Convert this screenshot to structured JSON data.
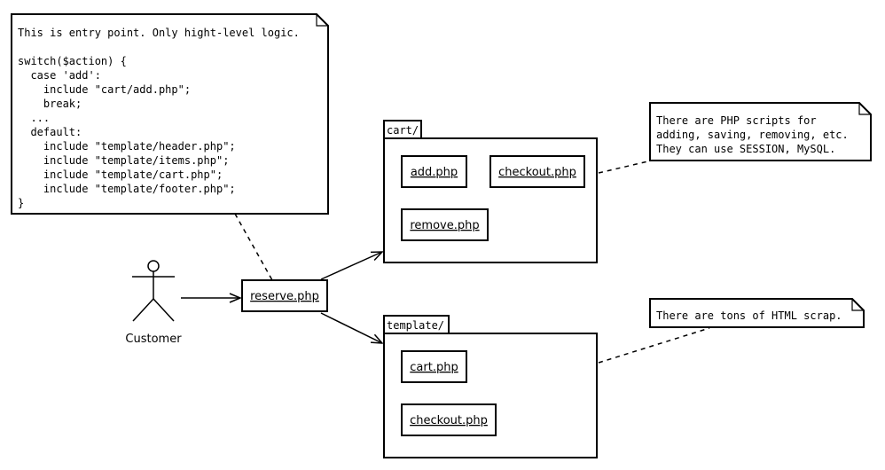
{
  "entry_note": {
    "lines": [
      "This is entry point. Only hight-level logic.",
      "",
      "switch($action) {",
      "  case 'add':",
      "    include \"cart/add.php\";",
      "    break;",
      "  ...",
      "  default:",
      "    include \"template/header.php\";",
      "    include \"template/items.php\";",
      "    include \"template/cart.php\";",
      "    include \"template/footer.php\";",
      "}"
    ]
  },
  "actor": {
    "label": "Customer"
  },
  "entry_file": {
    "label": "reserve.php"
  },
  "packages": {
    "cart": {
      "name": "cart/",
      "files": [
        "add.php",
        "checkout.php",
        "remove.php"
      ]
    },
    "template": {
      "name": "template/",
      "files": [
        "cart.php",
        "checkout.php"
      ]
    }
  },
  "cart_note": {
    "lines": [
      "There are PHP scripts for",
      "adding, saving, removing, etc.",
      "They can use SESSION, MySQL."
    ]
  },
  "template_note": {
    "lines": [
      "There are tons of HTML scrap."
    ]
  }
}
